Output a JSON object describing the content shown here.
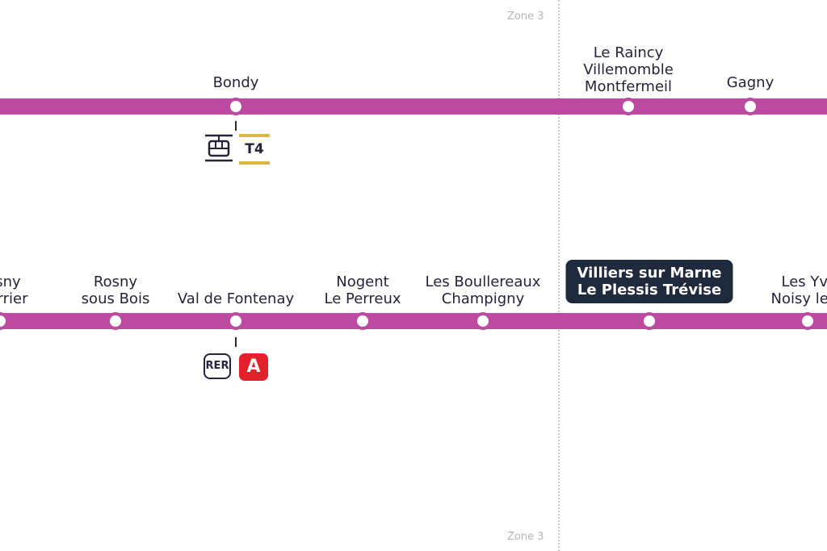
{
  "colors": {
    "line": "#bb4aa0",
    "tram_t4": "#d8b64a",
    "rer_a": "#e3212a",
    "highlight_bg": "#1f2b3d"
  },
  "zones": {
    "top_label": "Zone 3",
    "bottom_label": "Zone 3"
  },
  "top_line": {
    "stations": [
      {
        "name_lines": [
          "Bondy"
        ]
      },
      {
        "name_lines": [
          "Le Raincy",
          "Villemomble",
          "Montfermeil"
        ]
      },
      {
        "name_lines": [
          "Gagny"
        ]
      }
    ],
    "connections": {
      "tram_icon": "tram-icon",
      "tram_line": "T4"
    }
  },
  "bottom_line": {
    "stations": [
      {
        "name_lines": [
          "sny",
          "errier"
        ]
      },
      {
        "name_lines": [
          "Rosny",
          "sous Bois"
        ]
      },
      {
        "name_lines": [
          "Val de Fontenay"
        ]
      },
      {
        "name_lines": [
          "Nogent",
          "Le Perreux"
        ]
      },
      {
        "name_lines": [
          "Les Boullereaux",
          "Champigny"
        ]
      },
      {
        "name_lines": [
          "Villiers sur Marne",
          "Le Plessis Trévise"
        ],
        "highlighted": true
      },
      {
        "name_lines": [
          "Les Yvr",
          "Noisy le G"
        ]
      }
    ],
    "connections": {
      "rer_label": "RER",
      "rer_line": "A"
    }
  }
}
